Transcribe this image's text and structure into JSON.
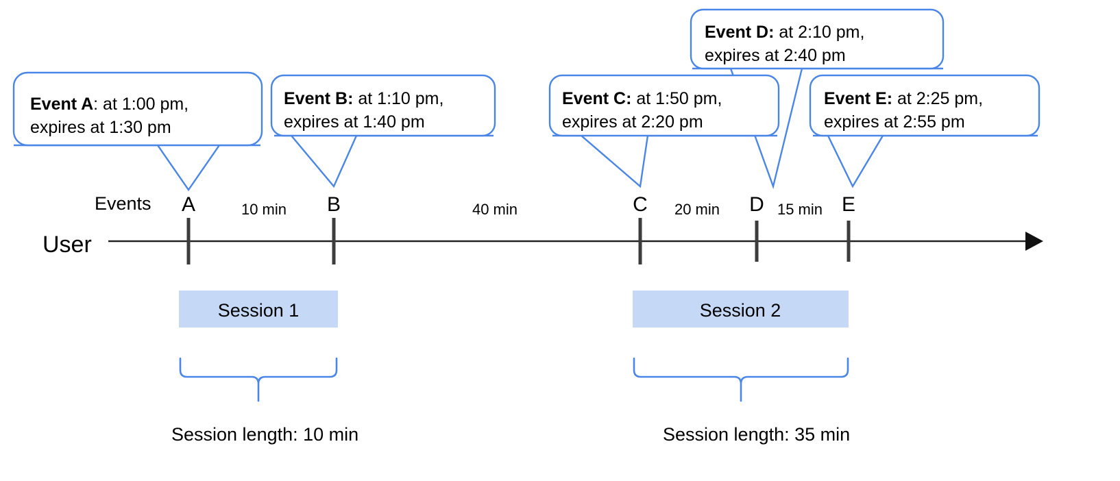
{
  "diagram": {
    "title_axis_label": "User",
    "events_row_label": "Events",
    "colors": {
      "callout_stroke": "#4a86e8",
      "session_fill": "#c5d9f7",
      "axis": "#222222",
      "tick": "#3c3c3c",
      "text": "#000000",
      "background": "#ffffff"
    },
    "callouts": [
      {
        "id": "A",
        "label": "Event A",
        "separator": ":",
        "line1_rest": " at 1:00 pm,",
        "line2": "expires at 1:30 pm",
        "time": "1:00 pm",
        "expires": "1:30 pm"
      },
      {
        "id": "B",
        "label": "Event B",
        "separator": ":",
        "line1_rest": " at 1:10 pm,",
        "line2": "expires at 1:40 pm",
        "time": "1:10 pm",
        "expires": "1:40 pm"
      },
      {
        "id": "C",
        "label": "Event C",
        "separator": ":",
        "line1_rest": " at 1:50 pm,",
        "line2": "expires at 2:20 pm",
        "time": "1:50 pm",
        "expires": "2:20 pm"
      },
      {
        "id": "D",
        "label": "Event D",
        "separator": ":",
        "line1_rest": " at 2:10 pm,",
        "line2": "expires at 2:40 pm",
        "time": "2:10 pm",
        "expires": "2:40 pm"
      },
      {
        "id": "E",
        "label": "Event E",
        "separator": ":",
        "line1_rest": " at 2:25 pm,",
        "line2": "expires at 2:55 pm",
        "time": "2:25 pm",
        "expires": "2:55 pm"
      }
    ],
    "markers": [
      {
        "id": "A",
        "label": "A"
      },
      {
        "id": "B",
        "label": "B"
      },
      {
        "id": "C",
        "label": "C"
      },
      {
        "id": "D",
        "label": "D"
      },
      {
        "id": "E",
        "label": "E"
      }
    ],
    "gaps": [
      {
        "from": "A",
        "to": "B",
        "label": "10 min"
      },
      {
        "from": "B",
        "to": "C",
        "label": "40 min"
      },
      {
        "from": "C",
        "to": "D",
        "label": "20 min"
      },
      {
        "from": "D",
        "to": "E",
        "label": "15 min"
      }
    ],
    "sessions": [
      {
        "id": "1",
        "label": "Session 1",
        "caption": "Session length: 10 min",
        "length": "10 min"
      },
      {
        "id": "2",
        "label": "Session 2",
        "caption": "Session length: 35 min",
        "length": "35 min"
      }
    ]
  }
}
